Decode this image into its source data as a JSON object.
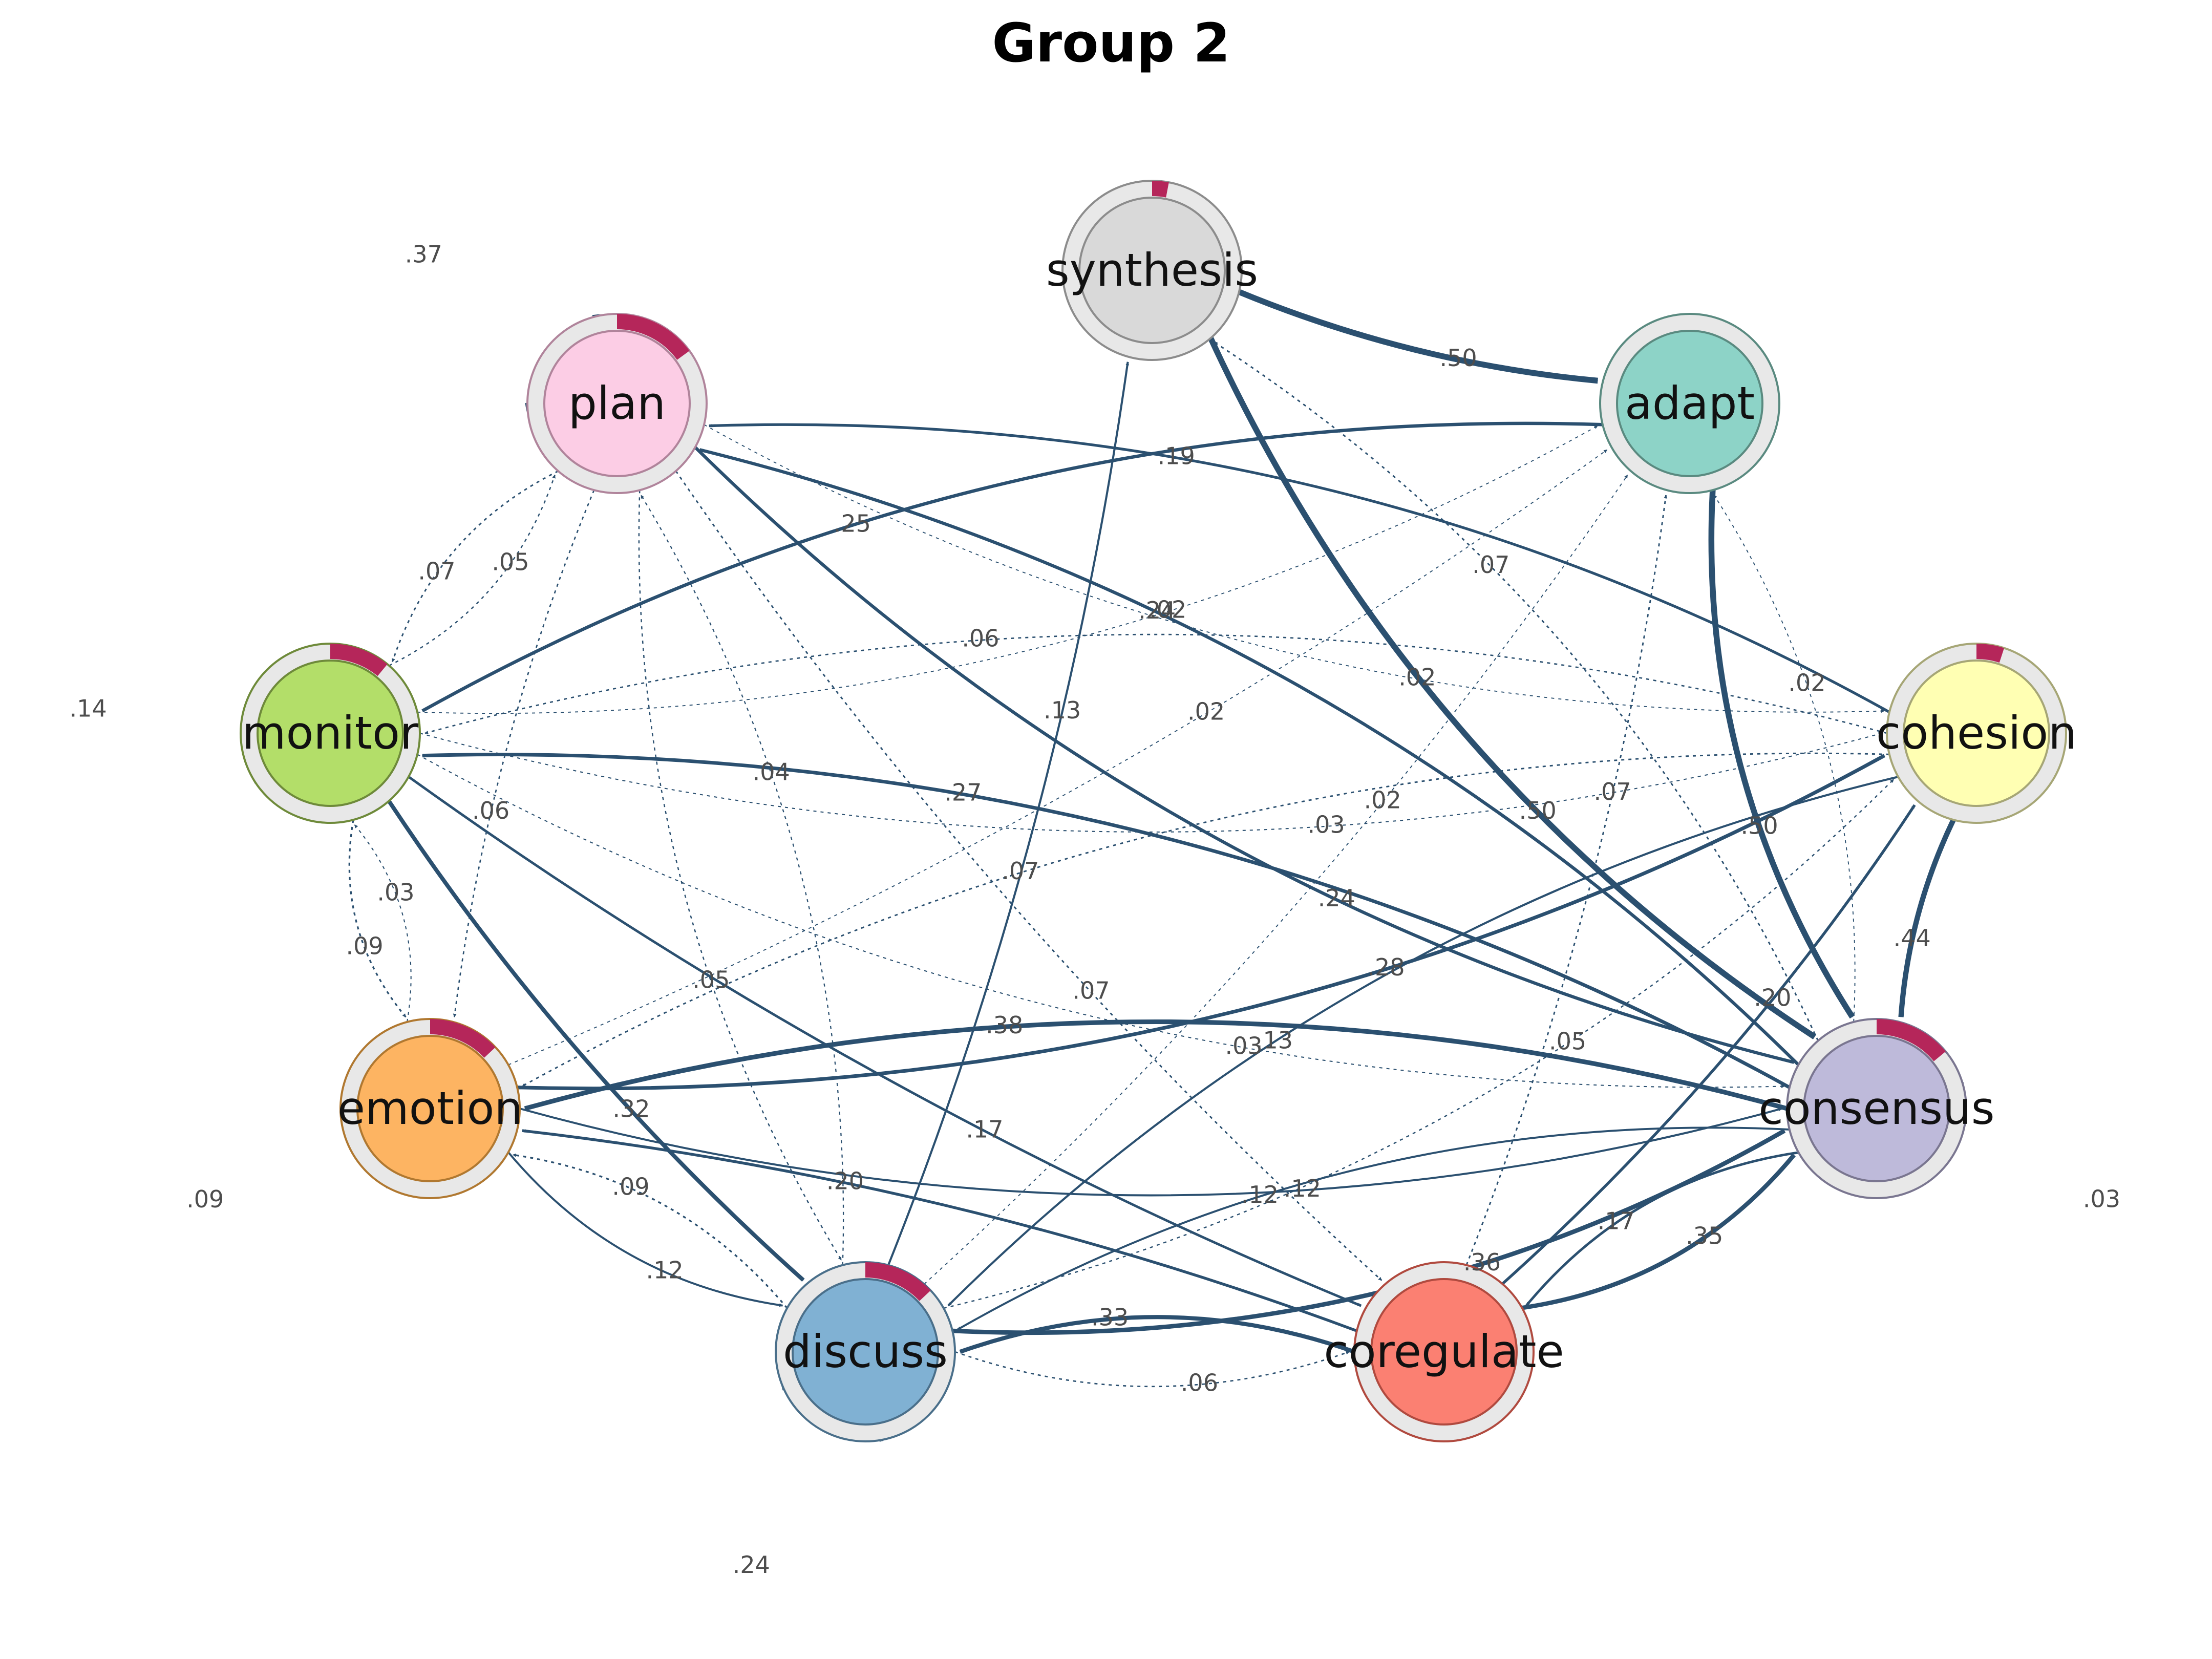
{
  "title": "Group 2",
  "colors": {
    "edge": "#2b5070",
    "ring": "#e8e8e8",
    "pie": "#b5265a"
  },
  "nodes": [
    {
      "id": "synthesis",
      "label": "synthesis",
      "fill": "#d9d9d9",
      "stroke": "#8c8c8c",
      "pie": 0.03
    },
    {
      "id": "adapt",
      "label": "adapt",
      "fill": "#8dd3c7",
      "stroke": "#5a8a80",
      "pie": 0.0
    },
    {
      "id": "cohesion",
      "label": "cohesion",
      "fill": "#ffffb3",
      "stroke": "#a6a676",
      "pie": 0.05
    },
    {
      "id": "consensus",
      "label": "consensus",
      "fill": "#bebada",
      "stroke": "#7a7690",
      "pie": 0.14
    },
    {
      "id": "coregulate",
      "label": "coregulate",
      "fill": "#fb8072",
      "stroke": "#b04a3f",
      "pie": 0.0
    },
    {
      "id": "discuss",
      "label": "discuss",
      "fill": "#80b1d3",
      "stroke": "#4a6f8a",
      "pie": 0.13
    },
    {
      "id": "emotion",
      "label": "emotion",
      "fill": "#fdb462",
      "stroke": "#b07830",
      "pie": 0.13
    },
    {
      "id": "monitor",
      "label": "monitor",
      "fill": "#b3de69",
      "stroke": "#6e8a3a",
      "pie": 0.11
    },
    {
      "id": "plan",
      "label": "plan",
      "fill": "#fccde5",
      "stroke": "#b0849b",
      "pie": 0.15
    }
  ],
  "edges": [
    {
      "from": "synthesis",
      "to": "adapt",
      "label": ".50"
    },
    {
      "from": "synthesis",
      "to": "consensus",
      "label": ".50"
    },
    {
      "from": "plan",
      "to": "plan",
      "label": ".37"
    },
    {
      "from": "plan",
      "to": "monitor",
      "label": ".07"
    },
    {
      "from": "plan",
      "to": "emotion",
      "label": ".06"
    },
    {
      "from": "plan",
      "to": "discuss",
      "label": ".05"
    },
    {
      "from": "plan",
      "to": "coregulate",
      "label": ".07"
    },
    {
      "from": "plan",
      "to": "consensus",
      "label": ".24"
    },
    {
      "from": "plan",
      "to": "cohesion",
      "label": ".02"
    },
    {
      "from": "adapt",
      "to": "monitor",
      "label": ".25"
    },
    {
      "from": "adapt",
      "to": "consensus",
      "label": ".50"
    },
    {
      "from": "cohesion",
      "to": "plan",
      "label": ".19"
    },
    {
      "from": "cohesion",
      "to": "monitor",
      "label": ".06"
    },
    {
      "from": "cohesion",
      "to": "consensus",
      "label": ".44"
    },
    {
      "from": "cohesion",
      "to": "emotion",
      "label": ".07"
    },
    {
      "from": "consensus",
      "to": "plan",
      "label": ".24"
    },
    {
      "from": "consensus",
      "to": "synthesis",
      "label": ".07"
    },
    {
      "from": "consensus",
      "to": "adapt",
      "label": ".02"
    },
    {
      "from": "consensus",
      "to": "monitor",
      "label": ".27"
    },
    {
      "from": "consensus",
      "to": "emotion",
      "label": ".38"
    },
    {
      "from": "consensus",
      "to": "consensus",
      "label": ".03"
    },
    {
      "from": "consensus",
      "to": "discuss",
      "label": ".12"
    },
    {
      "from": "consensus",
      "to": "coregulate",
      "label": ".17"
    },
    {
      "from": "coregulate",
      "to": "discuss",
      "label": ".33"
    },
    {
      "from": "coregulate",
      "to": "cohesion",
      "label": ".20"
    },
    {
      "from": "coregulate",
      "to": "adapt",
      "label": ".07"
    },
    {
      "from": "coregulate",
      "to": "consensus",
      "label": ".35"
    },
    {
      "from": "coregulate",
      "to": "emotion",
      "label": ".20"
    },
    {
      "from": "discuss",
      "to": "discuss",
      "label": ".24"
    },
    {
      "from": "discuss",
      "to": "synthesis",
      "label": ".13"
    },
    {
      "from": "discuss",
      "to": "emotion",
      "label": ".09"
    },
    {
      "from": "discuss",
      "to": "plan",
      "label": ".04"
    },
    {
      "from": "discuss",
      "to": "adapt",
      "label": ".02"
    },
    {
      "from": "discuss",
      "to": "consensus",
      "label": ".36"
    },
    {
      "from": "discuss",
      "to": "coregulate",
      "label": ".06"
    },
    {
      "from": "discuss",
      "to": "cohesion",
      "label": ".05"
    },
    {
      "from": "emotion",
      "to": "emotion",
      "label": ".09"
    },
    {
      "from": "emotion",
      "to": "monitor",
      "label": ".03"
    },
    {
      "from": "emotion",
      "to": "discuss",
      "label": ".12"
    },
    {
      "from": "emotion",
      "to": "cohesion",
      "label": ".28"
    },
    {
      "from": "emotion",
      "to": "adapt",
      "label": ".02"
    },
    {
      "from": "emotion",
      "to": "consensus",
      "label": ".12"
    },
    {
      "from": "monitor",
      "to": "monitor",
      "label": ".14"
    },
    {
      "from": "monitor",
      "to": "plan",
      "label": ".05"
    },
    {
      "from": "monitor",
      "to": "emotion",
      "label": ".09"
    },
    {
      "from": "monitor",
      "to": "discuss",
      "label": ".32"
    },
    {
      "from": "monitor",
      "to": "cohesion",
      "label": ".03"
    },
    {
      "from": "monitor",
      "to": "consensus",
      "label": ".03"
    },
    {
      "from": "monitor",
      "to": "coregulate",
      "label": ".17"
    },
    {
      "from": "monitor",
      "to": "adapt",
      "label": ".02"
    },
    {
      "from": "cohesion",
      "to": "discuss",
      "label": ".13"
    }
  ]
}
